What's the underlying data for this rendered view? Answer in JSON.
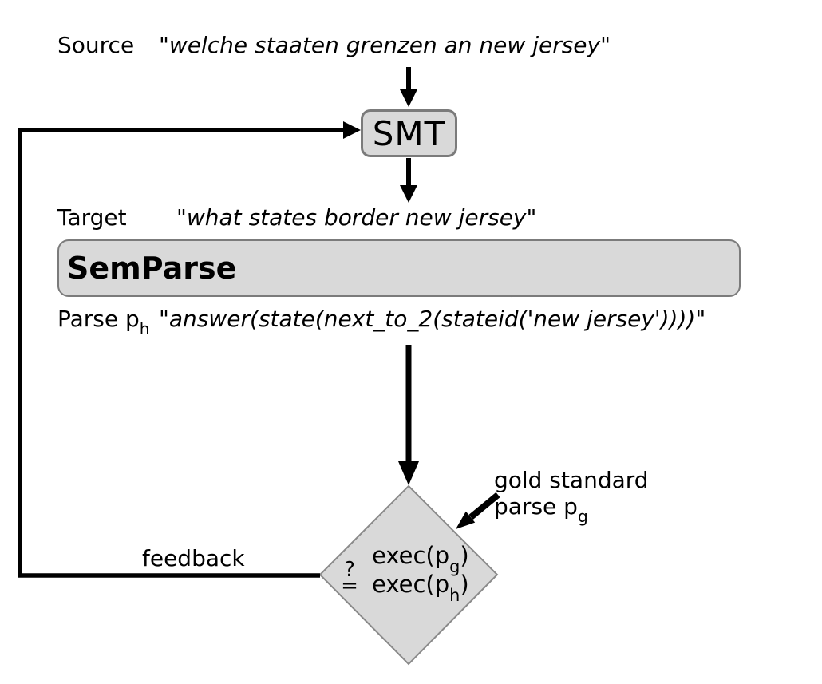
{
  "diagram": {
    "source": {
      "label": "Source",
      "quote": "\"welche staaten grenzen an new jersey\""
    },
    "smt": {
      "label": "SMT"
    },
    "target": {
      "label": "Target",
      "quote": "\"what states border new jersey\""
    },
    "semparse": {
      "label": "SemParse"
    },
    "parse": {
      "label": "Parse p",
      "sub": "h",
      "quote": "\"answer(state(next_to_2(stateid('new jersey'))))\""
    },
    "gold": {
      "line1": "gold standard",
      "line2": "parse p",
      "sub": "g"
    },
    "feedback": {
      "label": "feedback"
    },
    "decision": {
      "q": "?",
      "eq": "=",
      "exec1_pre": "exec(p",
      "exec1_sub": "g",
      "exec1_post": ")",
      "exec2_pre": "exec(p",
      "exec2_sub": "h",
      "exec2_post": ")"
    },
    "arrows": {
      "source_to_smt": "down-arrow",
      "smt_to_target": "down-arrow",
      "parse_to_decision": "down-arrow",
      "feedback_loop": "left-up-right-arrow",
      "gold_to_decision": "diagonal-down-left-arrow"
    },
    "colors": {
      "background": "#ffffff",
      "node_fill": "#d9d9d9",
      "node_border": "#7b7b7b",
      "diamond_border": "#8a8a8a",
      "line": "#000000",
      "text": "#000000"
    }
  }
}
